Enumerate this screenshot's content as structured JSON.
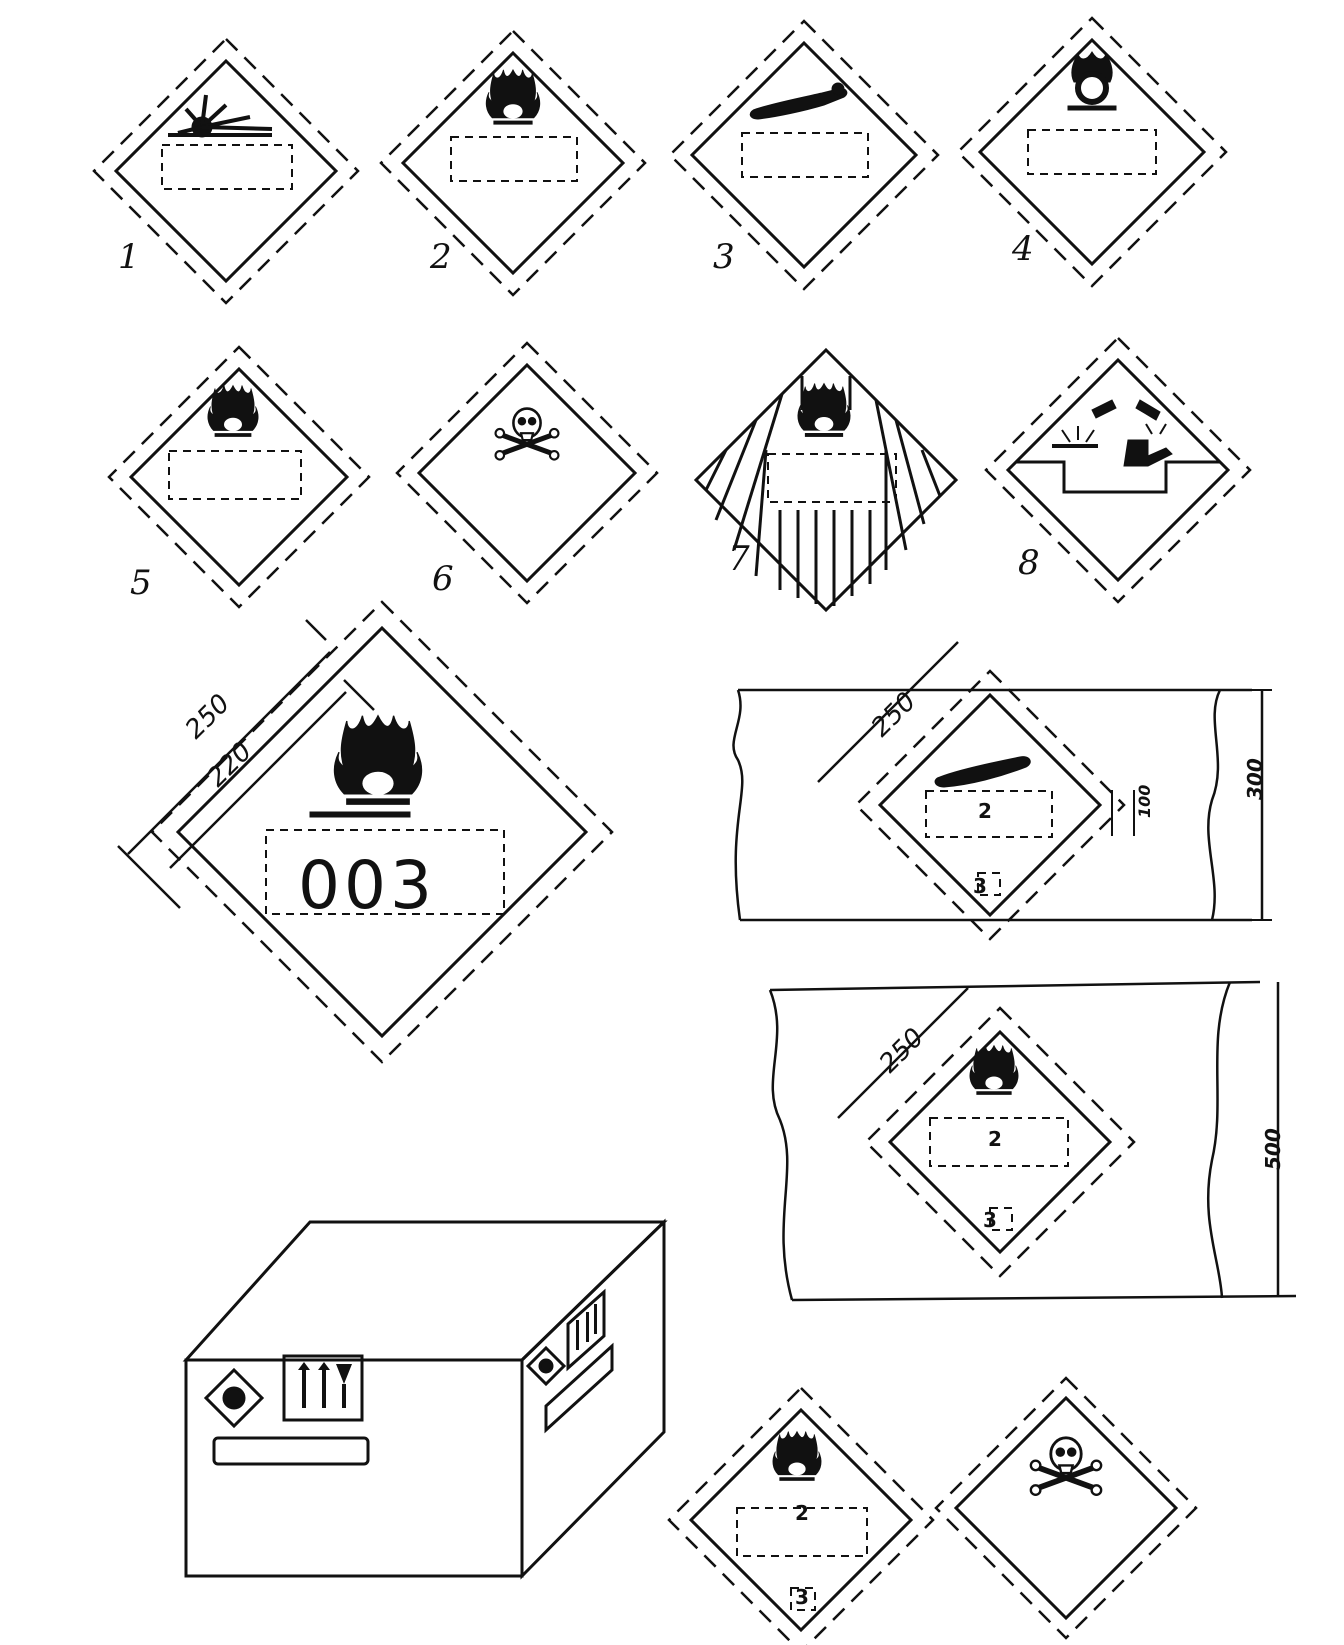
{
  "labels": {
    "sign_numbers": [
      "1",
      "2",
      "3",
      "4",
      "5",
      "6",
      "7",
      "8"
    ],
    "large_sign_code": "003",
    "dim_outer": "250",
    "dim_inner": "220",
    "panel_top": {
      "dim_sign": "250",
      "dim_height": "300",
      "dim_box": "100",
      "class_number": "2",
      "sub_number": "3"
    },
    "panel_bottom": {
      "dim_sign": "250",
      "dim_height": "500",
      "class_number": "2",
      "sub_number": "3"
    },
    "bottom_sign": {
      "class_number": "2",
      "sub_number": "3"
    }
  },
  "sign_symbols": {
    "1": "explosion-icon",
    "2": "flame-icon",
    "3": "gas-cylinder-icon",
    "4": "flame-over-circle-icon",
    "5": "flame-icon",
    "6": "skull-crossbones-icon",
    "7": "flame-icon",
    "8": "corrosion-icon"
  }
}
